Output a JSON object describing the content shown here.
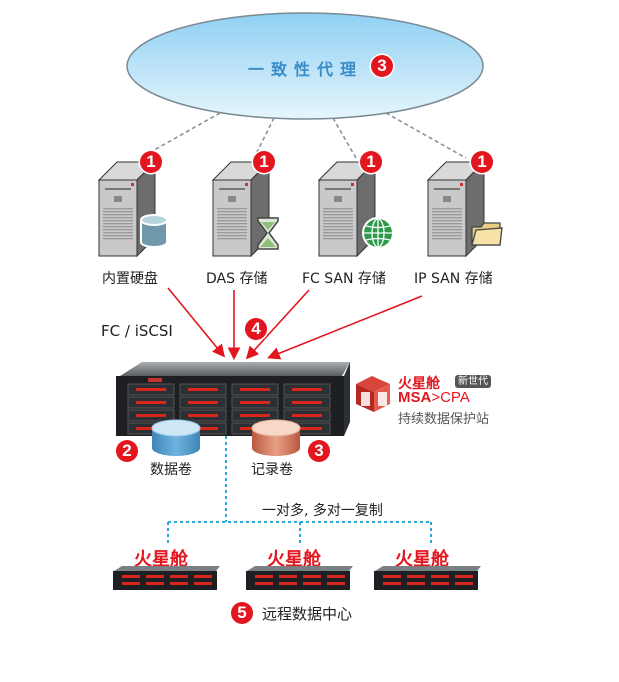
{
  "proxy": {
    "title": "一致性代理",
    "badge": "3"
  },
  "servers": [
    {
      "label": "内置硬盘",
      "badge": "1",
      "icon": "database-cylinder-icon"
    },
    {
      "label": "DAS 存储",
      "badge": "1",
      "icon": "hourglass-icon"
    },
    {
      "label": "FC SAN 存储",
      "badge": "1",
      "icon": "globe-icon"
    },
    {
      "label": "IP SAN 存储",
      "badge": "1",
      "icon": "folder-icon"
    }
  ],
  "connection": {
    "protocol_label": "FC / iSCSI",
    "badge": "4"
  },
  "product": {
    "brand": "火星舱",
    "edition_tag": "新世代",
    "model_prefix": "MSA",
    "model_suffix": ">CPA",
    "subtitle": "持续数据保护站"
  },
  "volumes": [
    {
      "label": "数据卷",
      "badge": "2",
      "color": "#5ba3d6"
    },
    {
      "label": "记录卷",
      "badge": "3",
      "color": "#d9826a"
    }
  ],
  "replication": {
    "label": "一对多, 多对一复制"
  },
  "remote": {
    "brand_labels": [
      "火星舱",
      "火星舱",
      "火星舱"
    ],
    "label": "远程数据中心",
    "badge": "5"
  },
  "colors": {
    "accent_red": "#e3161f",
    "proxy_blue": "#3a8cc9",
    "replication_line": "#29a8e0"
  }
}
